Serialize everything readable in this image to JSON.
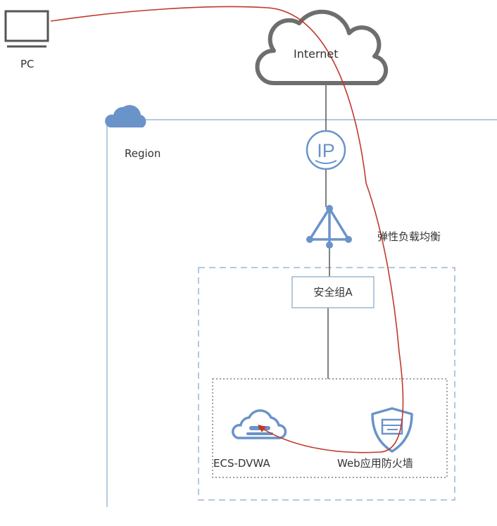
{
  "nodes": {
    "pc": "PC",
    "internet": "Internet",
    "region": "Region",
    "elb": "弹性负载均衡",
    "security_group": "安全组A",
    "ecs": "ECS-DVWA",
    "waf": "Web应用防火墙"
  },
  "icons": {
    "pc": "laptop-icon",
    "internet": "cloud-icon",
    "region": "cloud-icon",
    "eip": "ip-icon",
    "elb": "load-balancer-icon",
    "ecs": "ecs-server-icon",
    "waf": "shield-icon"
  },
  "colors": {
    "traffic_path": "#c0392b",
    "accent_blue": "#6a93c9",
    "region_border": "#9bb7d4",
    "internet_cloud": "#6e6e6e"
  }
}
